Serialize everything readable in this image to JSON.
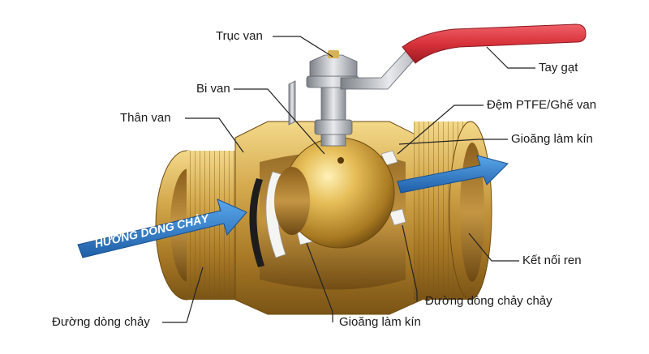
{
  "labels": {
    "truc_van": "Trục van",
    "bi_van": "Bi van",
    "tay_gat": "Tay gạt",
    "than_van": "Thân van",
    "dem_ptfe": "Đệm PTFE/Ghế van",
    "gioang_top": "Gioăng làm kín",
    "ket_noi_ren": "Kết nối ren",
    "duong_dong_chay_right": "Đường dòng chảy chảy",
    "gioang_bottom": "Gioăng làm kín",
    "duong_dong_chay_left": "Đường dòng chảy"
  },
  "flow_arrow_text": "HƯỚNG DÒNG CHẢY",
  "colors": {
    "brass": "#c9a040",
    "handle": "#d8323a",
    "arrow": "#2f7fcf",
    "stem": "#b8bcc2"
  }
}
